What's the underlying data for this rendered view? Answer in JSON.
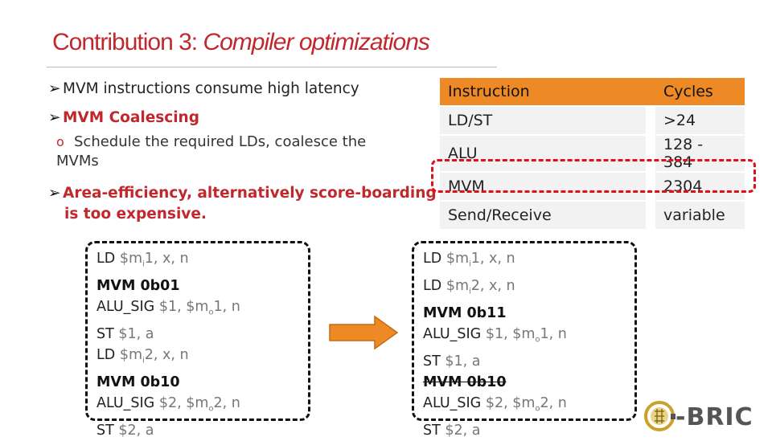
{
  "title": {
    "main": "Contribution 3: ",
    "emphasis": "Compiler optimizations"
  },
  "bullets": {
    "b1": "MVM instructions consume high latency",
    "b2": "MVM Coalescing",
    "b2_sub": "Schedule the required LDs, coalesce the MVMs",
    "b3_line1": "Area-efficiency, alternatively score-boarding",
    "b3_line2": "is too expensive."
  },
  "table": {
    "headers": [
      "Instruction",
      "Cycles"
    ],
    "rows": [
      [
        "LD/ST",
        ">24"
      ],
      [
        "ALU",
        "128 - 384"
      ],
      [
        "MVM",
        "2304"
      ],
      [
        "Send/Receive",
        "variable"
      ]
    ],
    "highlight_row": "MVM"
  },
  "code_before": {
    "l1_op": "LD",
    "l1_a": "$m",
    "l1_sub": "i",
    "l1_b": "1, x, n",
    "l2": "MVM 0b01",
    "l3_op": "ALU_SIG",
    "l3_a": "$1, $m",
    "l3_sub": "o",
    "l3_b": "1, n",
    "l4_op": "ST",
    "l4_a": "$1, a",
    "l5_op": "LD",
    "l5_a": "$m",
    "l5_sub": "i",
    "l5_b": "2, x, n",
    "l6": "MVM 0b10",
    "l7_op": "ALU_SIG",
    "l7_a": "$2, $m",
    "l7_sub": "o",
    "l7_b": "2, n",
    "l8_op": "ST",
    "l8_a": "$2, a"
  },
  "code_after": {
    "l1_op": "LD",
    "l1_a": "$m",
    "l1_sub": "i",
    "l1_b": "1, x, n",
    "l2_op": "LD",
    "l2_a": "$m",
    "l2_sub": "i",
    "l2_b": "2, x, n",
    "l3": "MVM 0b11",
    "l4_op": "ALU_SIG",
    "l4_a": "$1, $m",
    "l4_sub": "o",
    "l4_b": "1, n",
    "l5_op": "ST",
    "l5_a": "$1, a",
    "l6": "MVM 0b10",
    "l7_op": "ALU_SIG",
    "l7_a": "$2, $m",
    "l7_sub": "o",
    "l7_b": "2, n",
    "l8_op": "ST",
    "l8_a": "$2, a"
  },
  "logo": {
    "text": "-BRIC"
  },
  "colors": {
    "accent": "#c0282d",
    "table_header": "#ee8a26",
    "highlight": "#e0101a",
    "arrow": "#ee8a26"
  },
  "icons": {
    "bullet": "arrowhead-bullet-icon",
    "sub_bullet": "circle-bullet-icon",
    "transform": "right-arrow-icon",
    "logo": "cbric-logo-icon"
  }
}
